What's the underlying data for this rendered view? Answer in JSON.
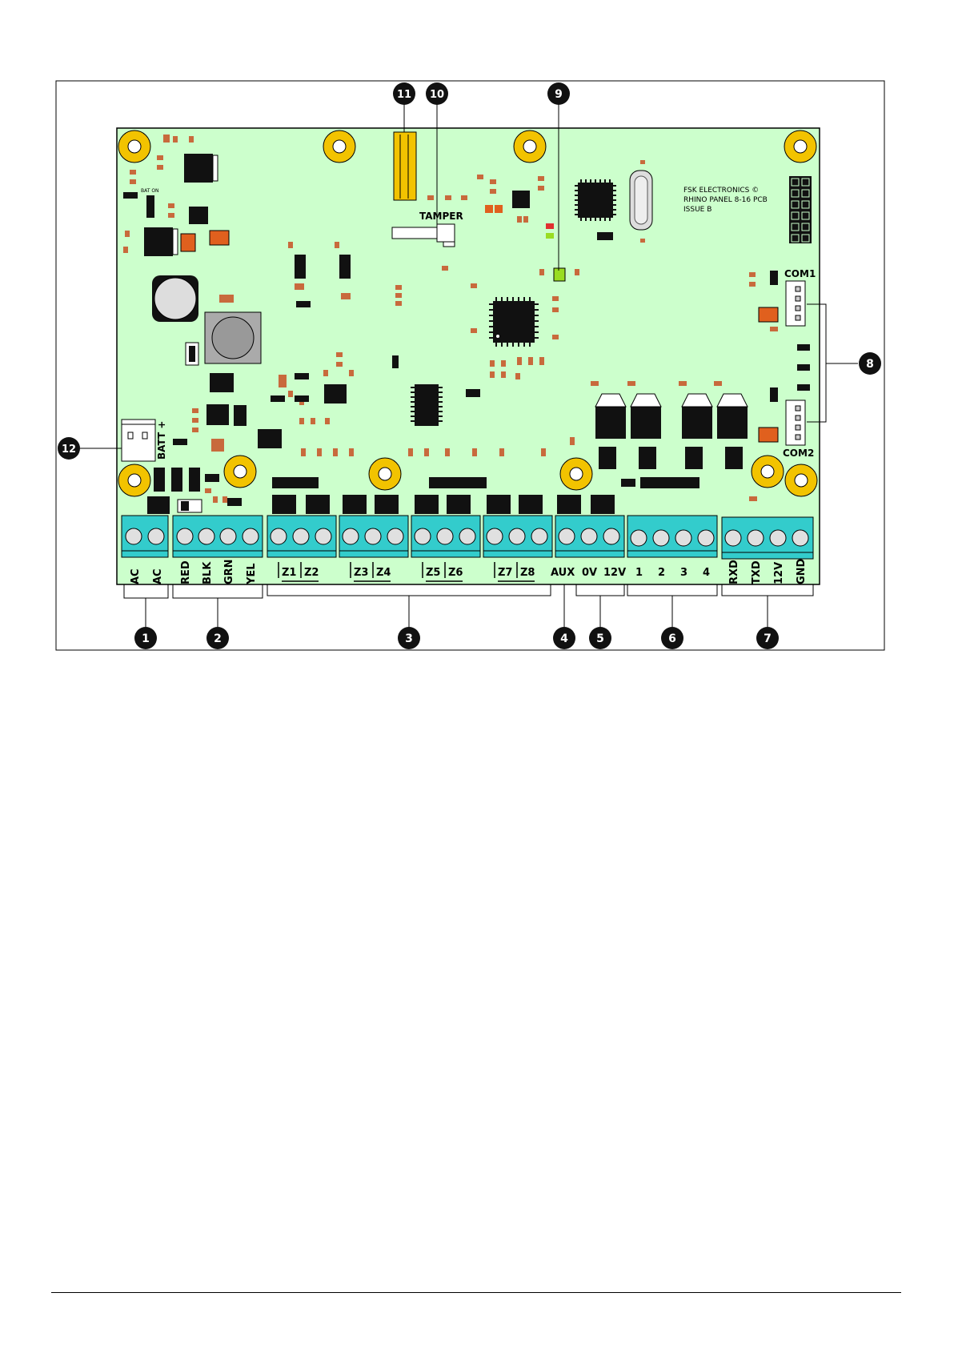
{
  "board": {
    "tamper_label": "TAMPER",
    "maker_lines": [
      "FSK ELECTRONICS ©",
      "RHINO PANEL 8-16 PCB",
      "ISSUE B"
    ],
    "bat_on_label": "BAT ON",
    "batt_label": "BATT +",
    "com1_label": "COM1",
    "com2_label": "COM2"
  },
  "terminals": {
    "ac": [
      "AC",
      "AC"
    ],
    "keypad": [
      "RED",
      "BLK",
      "GRN",
      "YEL"
    ],
    "zones": [
      "Z1",
      "Z2",
      "Z3",
      "Z4",
      "Z5",
      "Z6",
      "Z7",
      "Z8"
    ],
    "aux": "AUX",
    "power": [
      "0V",
      "12V"
    ],
    "outputs": [
      "1",
      "2",
      "3",
      "4"
    ],
    "serial": [
      "RXD",
      "TXD",
      "12V",
      "GND"
    ]
  },
  "callouts": [
    "1",
    "2",
    "3",
    "4",
    "5",
    "6",
    "7",
    "8",
    "9",
    "10",
    "11",
    "12"
  ],
  "colors": {
    "pcb": "#ccffcc",
    "terminal": "#33cccc",
    "mount_ring": "#f2c300",
    "smd_orange": "#e0601e",
    "smd_copper": "#c86a3c",
    "led_green": "#99dd22"
  }
}
